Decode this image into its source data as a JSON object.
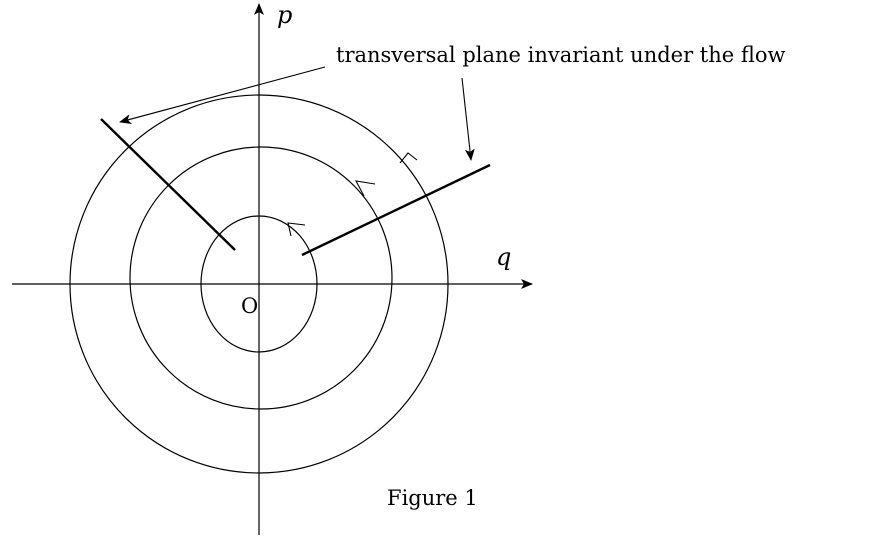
{
  "diagram": {
    "axis_labels": {
      "p": "p",
      "q": "q"
    },
    "origin_label": "O",
    "annotation": "transversal plane invariant under the flow",
    "caption": "Figure 1",
    "colors": {
      "stroke": "#000000",
      "background": "#ffffff"
    }
  }
}
